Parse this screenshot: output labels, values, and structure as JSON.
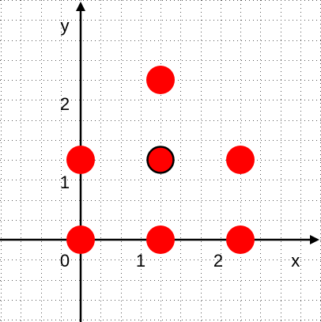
{
  "chart_data": {
    "type": "scatter",
    "title": "",
    "xlabel": "x",
    "ylabel": "y",
    "xlim": [
      -1,
      3
    ],
    "ylim": [
      -1,
      3
    ],
    "grid": true,
    "grid_step": 0.25,
    "x_ticks": [
      {
        "value": 0,
        "label": "0"
      },
      {
        "value": 1,
        "label": "1"
      },
      {
        "value": 2,
        "label": "2"
      }
    ],
    "y_ticks": [
      {
        "value": 1,
        "label": "1"
      },
      {
        "value": 2,
        "label": "2"
      }
    ],
    "series": [
      {
        "points": [
          {
            "x": 0,
            "y": 0
          },
          {
            "x": 1,
            "y": 0
          },
          {
            "x": 2,
            "y": 0
          },
          {
            "x": 0,
            "y": 1
          },
          {
            "x": 1,
            "y": 1,
            "highlighted": true
          },
          {
            "x": 2,
            "y": 1
          },
          {
            "x": 1,
            "y": 2
          }
        ]
      }
    ],
    "colors": {
      "point_fill": "#ff0000",
      "highlight_stroke": "#000000",
      "axis": "#000000",
      "grid": "#555555"
    }
  }
}
